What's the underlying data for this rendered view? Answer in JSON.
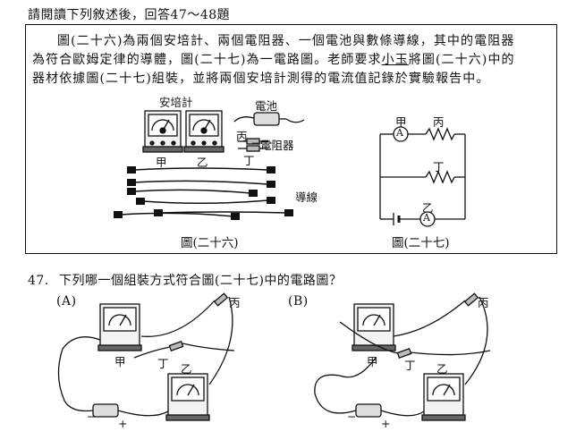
{
  "intro": "請閱讀下列敘述後，回答47～48題",
  "passage": {
    "line1": "圖(二十六)為兩個安培計、兩個電阻器、一個電池與數條導線，其中的電阻器",
    "line2": "為符合歐姆定律的導體，圖(二十七)為一電路圖。老師要求",
    "line2_name": "小玉",
    "line2_rest": "將圖(二十六)中的",
    "line3": "器材依據圖(二十七)組裝，並將兩個安培計測得的電流值記錄於實驗報告中。"
  },
  "figure26": {
    "caption": "圖(二十六)",
    "ammeter_label": "安培計",
    "battery_label": "電池",
    "resistor_label": "電阻器",
    "wire_label": "導線",
    "jia": "甲",
    "yi": "乙",
    "bing": "丙",
    "ding": "丁"
  },
  "figure27": {
    "caption": "圖(二十七)",
    "jia": "甲",
    "yi": "乙",
    "bing": "丙",
    "ding": "丁",
    "meter_symbol": "A"
  },
  "question": {
    "number": "47.",
    "text": "下列哪一個組裝方式符合圖(二十七)中的電路圖？",
    "options": [
      {
        "label": "(A)",
        "jia": "甲",
        "yi": "乙",
        "bing": "丙",
        "ding": "丁",
        "minus": "−",
        "plus": "+"
      },
      {
        "label": "(B)",
        "jia": "甲",
        "yi": "乙",
        "bing": "丙",
        "ding": "丁",
        "minus": "−",
        "plus": "+"
      }
    ]
  }
}
